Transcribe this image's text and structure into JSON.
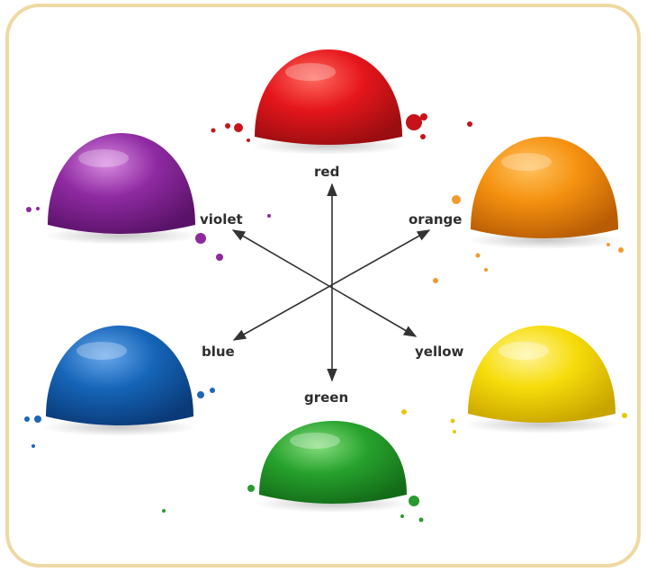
{
  "labels": {
    "red": "red",
    "orange": "orange",
    "yellow": "yellow",
    "green": "green",
    "blue": "blue",
    "violet": "violet"
  },
  "colors": {
    "red": "#e5161c",
    "orange": "#f5910f",
    "yellow": "#f6dc0a",
    "green": "#27a22d",
    "blue": "#1565b8",
    "violet": "#8f2aa2",
    "frame": "#efd9a3",
    "arrow": "#333333"
  }
}
